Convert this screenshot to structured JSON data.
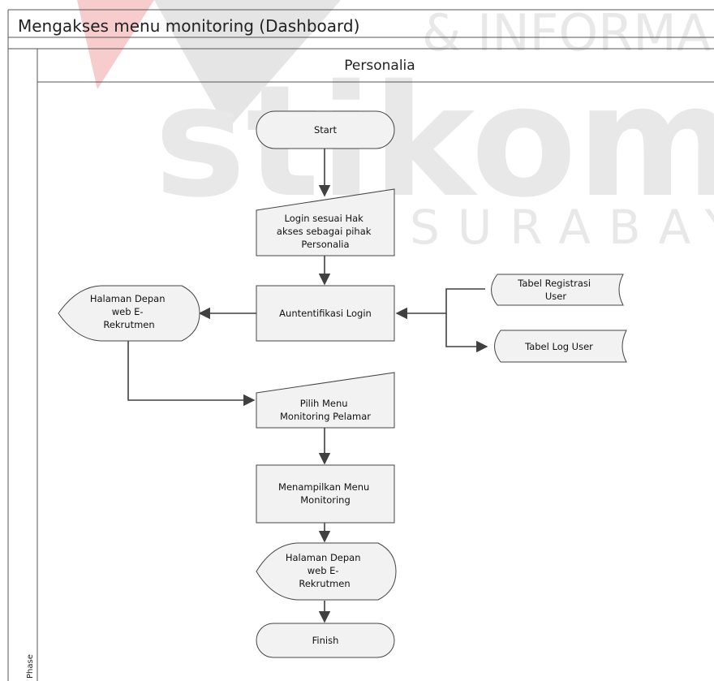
{
  "pool": {
    "title": "Mengakses menu monitoring (Dashboard)"
  },
  "lane": {
    "title": "Personalia"
  },
  "phase": {
    "label": "Phase"
  },
  "watermark": {
    "main": "stikom",
    "top": "& INFORMA",
    "bottom": "SURABAYA",
    "red_color": "#e06060"
  },
  "nodes": {
    "start": {
      "lines": [
        "Start"
      ]
    },
    "login": {
      "lines": [
        "Login sesuai Hak",
        "akses sebagai pihak",
        "Personalia"
      ]
    },
    "auth": {
      "lines": [
        "Auntentifikasi Login"
      ]
    },
    "halaman1": {
      "lines": [
        "Halaman Depan",
        "web E-",
        "Rekrutmen"
      ]
    },
    "tabel_registrasi": {
      "lines": [
        "Tabel Registrasi",
        "User"
      ]
    },
    "tabel_log": {
      "lines": [
        "Tabel Log User"
      ]
    },
    "pilih_menu": {
      "lines": [
        "Pilih Menu",
        "Monitoring Pelamar"
      ]
    },
    "menampilkan": {
      "lines": [
        "Menampilkan Menu",
        "Monitoring"
      ]
    },
    "halaman2": {
      "lines": [
        "Halaman Depan",
        "web E-",
        "Rekrutmen"
      ]
    },
    "finish": {
      "lines": [
        "Finish"
      ]
    }
  }
}
